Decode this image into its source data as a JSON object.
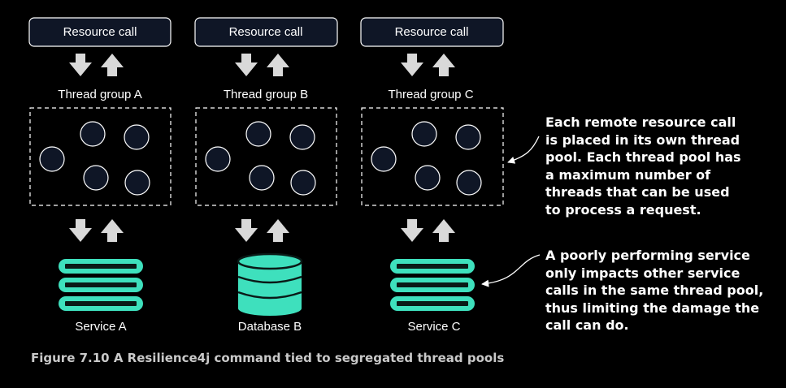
{
  "columns": [
    {
      "resource_call": "Resource call",
      "thread_group": "Thread group A",
      "target": "Service A",
      "target_type": "service"
    },
    {
      "resource_call": "Resource call",
      "thread_group": "Thread group B",
      "target": "Database B",
      "target_type": "database"
    },
    {
      "resource_call": "Resource call",
      "thread_group": "Thread group C",
      "target": "Service C",
      "target_type": "service"
    }
  ],
  "annotations": {
    "pool_note": "Each remote resource call\nis placed in its own thread\npool. Each thread pool has\na maximum number of\nthreads that can be used\nto process a request.",
    "service_note": "A poorly performing service\nonly impacts other service\ncalls in the same thread pool,\nthus limiting the damage the\ncall can do."
  },
  "caption": "Figure 7.10    A Resilience4j command tied to segregated thread pools",
  "colors": {
    "background": "#000000",
    "box_fill": "#0f1626",
    "arrow": "#d9d9d9",
    "service": "#3ee0bd",
    "text": "#ffffff",
    "caption": "#c9c9c9"
  },
  "icons": {
    "arrows": "down-up-arrows-icon",
    "service": "server-stack-icon",
    "database": "database-icon",
    "thread": "thread-circle-icon"
  }
}
